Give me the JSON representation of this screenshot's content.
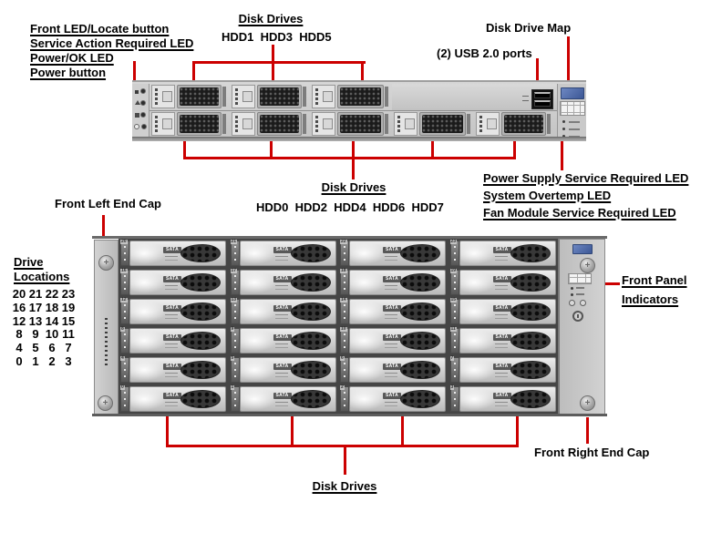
{
  "colors": {
    "callout_red": "#cc0000",
    "sun_logo_blue": "#46639e",
    "chassis_gray": "#c9c9c9",
    "drive_vent_dark": "#383838"
  },
  "icons": {
    "screw-icon": "cross-slot screw (css circle with +)",
    "sun-logo": "blue gradient block",
    "power-icon": "css ring with bar",
    "locate-icon": "css dot",
    "fault-icon": "css triangle",
    "usb-icon": "black dual-port block"
  },
  "server": {
    "left_labels": [
      "Front LED/Locate button",
      "Service Action Required LED",
      "Power/OK LED",
      "Power button"
    ],
    "disk_drives_top": {
      "title": "Disk Drives",
      "drives": "HDD1  HDD3  HDD5"
    },
    "disk_drive_map_label": "Disk Drive Map",
    "usb_label": "(2) USB 2.0 ports",
    "disk_drives_bottom": {
      "title": "Disk Drives",
      "drives": "HDD0  HDD2  HDD4  HDD6  HDD7"
    },
    "right_labels": [
      "Power Supply Service Required LED",
      "System Overtemp LED",
      "Fan Module Service Required LED"
    ]
  },
  "array": {
    "front_left_end_cap_label": "Front Left End Cap",
    "front_right_end_cap_label": "Front Right End Cap",
    "front_panel_indicators_label": [
      "Front Panel",
      "Indicators"
    ],
    "disk_drives_label": "Disk Drives",
    "drive_badge": "SATA",
    "drive_locations": {
      "title": [
        "Drive",
        "Locations"
      ],
      "rows": [
        [
          "20",
          "21",
          "22",
          "23"
        ],
        [
          "16",
          "17",
          "18",
          "19"
        ],
        [
          "12",
          "13",
          "14",
          "15"
        ],
        [
          "8",
          "9",
          "10",
          "11"
        ],
        [
          "4",
          "5",
          "6",
          "7"
        ],
        [
          "0",
          "1",
          "2",
          "3"
        ]
      ]
    }
  }
}
